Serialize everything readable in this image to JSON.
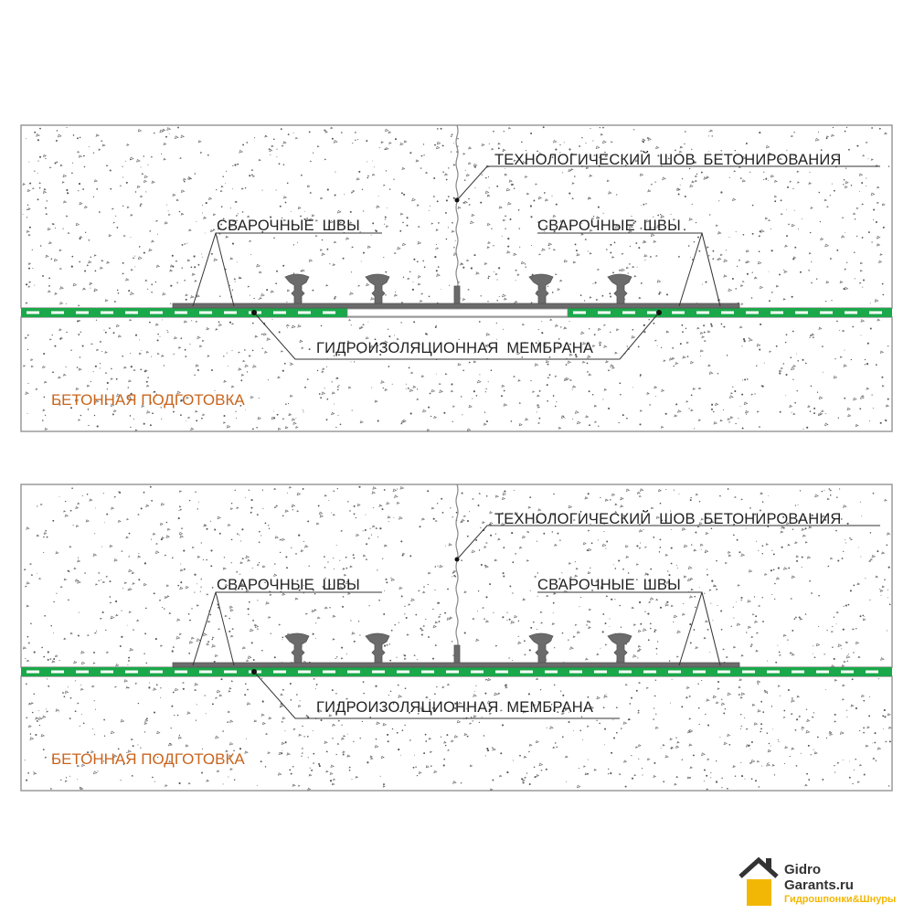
{
  "panels": [
    {
      "construction_joint_label": "ТЕХНОЛОГИЧЕСКИЙ ШОВ БЕТОНИРОВАНИЯ",
      "weld_seams_left_label": "СВАРОЧНЫЕ ШВЫ",
      "weld_seams_right_label": "СВАРОЧНЫЕ ШВЫ",
      "membrane_label": "ГИДРОИЗОЛЯЦИОННАЯ МЕМБРАНА",
      "base_label": "БЕТОННАЯ ПОДГОТОВКА",
      "membrane_has_gap": true
    },
    {
      "construction_joint_label": "ТЕХНОЛОГИЧЕСКИЙ ШОВ БЕТОНИРОВАНИЯ",
      "weld_seams_left_label": "СВАРОЧНЫЕ ШВЫ",
      "weld_seams_right_label": "СВАРОЧНЫЕ ШВЫ",
      "membrane_label": "ГИДРОИЗОЛЯЦИОННАЯ МЕМБРАНА",
      "base_label": "БЕТОННАЯ ПОДГОТОВКА",
      "membrane_has_gap": false
    }
  ],
  "logo": {
    "line1": "Gidro",
    "line2": "Garants.ru",
    "tagline": "Гидрошпонки&Шнуры"
  },
  "colors": {
    "membrane": "#1aa84a",
    "waterstop": "#6b6b6b",
    "base_label": "#c9641d",
    "logo_accent": "#f2b705",
    "concrete_border": "#9a9a9a"
  }
}
